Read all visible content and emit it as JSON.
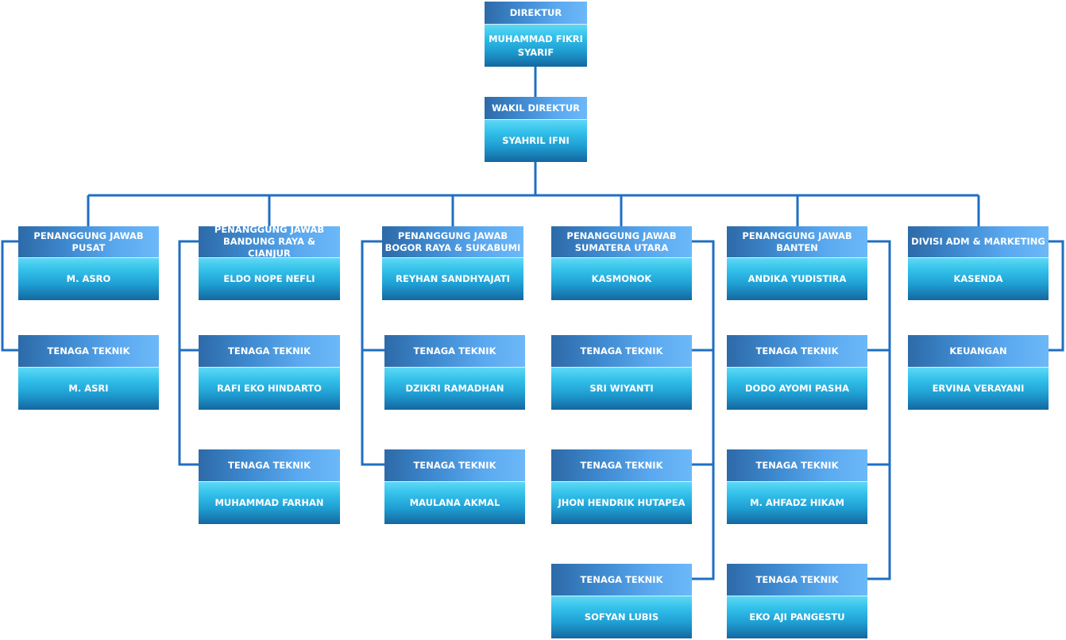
{
  "nodes": {
    "direktur": {
      "role": "DIREKTUR",
      "name": "MUHAMMAD FIKRI SYARIF"
    },
    "wakil": {
      "role": "WAKIL DIREKTUR",
      "name": "SYAHRIL IFNI"
    },
    "pusat": {
      "role": "PENANGGUNG JAWAB PUSAT",
      "name": "M. ASRO"
    },
    "pusat_t1": {
      "role": "TENAGA TEKNIK",
      "name": "M. ASRI"
    },
    "bandung": {
      "role": "PENANGGUNG JAWAB BANDUNG RAYA & CIANJUR",
      "name": "ELDO NOPE NEFLI"
    },
    "bandung_t1": {
      "role": "TENAGA TEKNIK",
      "name": "RAFI EKO HINDARTO"
    },
    "bandung_t2": {
      "role": "TENAGA TEKNIK",
      "name": "MUHAMMAD FARHAN"
    },
    "bogor": {
      "role": "PENANGGUNG JAWAB BOGOR RAYA & SUKABUMI",
      "name": "REYHAN SANDHYAJATI"
    },
    "bogor_t1": {
      "role": "TENAGA TEKNIK",
      "name": "DZIKRI RAMADHAN"
    },
    "bogor_t2": {
      "role": "TENAGA TEKNIK",
      "name": "MAULANA AKMAL"
    },
    "sumut": {
      "role": "PENANGGUNG JAWAB SUMATERA UTARA",
      "name": "KASMONOK"
    },
    "sumut_t1": {
      "role": "TENAGA TEKNIK",
      "name": "SRI WIYANTI"
    },
    "sumut_t2": {
      "role": "TENAGA TEKNIK",
      "name": "JHON HENDRIK HUTAPEA"
    },
    "sumut_t3": {
      "role": "TENAGA TEKNIK",
      "name": "SOFYAN LUBIS"
    },
    "banten": {
      "role": "PENANGGUNG JAWAB BANTEN",
      "name": "ANDIKA YUDISTIRA"
    },
    "banten_t1": {
      "role": "TENAGA TEKNIK",
      "name": "DODO AYOMI PASHA"
    },
    "banten_t2": {
      "role": "TENAGA TEKNIK",
      "name": "M. AHFADZ HIKAM"
    },
    "banten_t3": {
      "role": "TENAGA TEKNIK",
      "name": "EKO AJI PANGESTU"
    },
    "adm": {
      "role": "DIVISI ADM & MARKETING",
      "name": "KASENDA"
    },
    "adm_t1": {
      "role": "KEUANGAN",
      "name": "ERVINA VERAYANI"
    }
  },
  "colors": {
    "connector": "#1f6fc2",
    "role_bar": "#3e89cf",
    "name_bar": "#1f9fd3"
  }
}
